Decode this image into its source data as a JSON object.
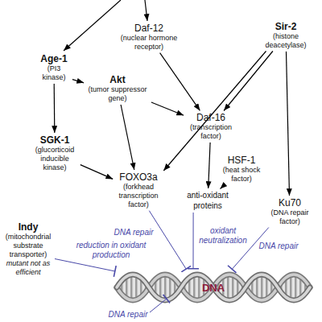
{
  "diagram": {
    "nodes": [
      {
        "text": [
          "Age-1",
          "(PI3 kinase)"
        ]
      },
      {
        "text": [
          "Daf-12",
          "(nuclear hormone receptor)"
        ]
      },
      {
        "text": [
          "Sir-2",
          "(histone deacetylase)"
        ]
      },
      {
        "text": [
          "Akt",
          "(tumor suppressor gene)"
        ]
      },
      {
        "text": [
          "Daf-16",
          "(transcription factor)"
        ]
      },
      {
        "text": [
          "SGK-1",
          "(glucorticoid inducible kinase)"
        ]
      },
      {
        "text": [
          "HSF-1",
          "(heat shock factor)"
        ]
      },
      {
        "text": [
          "FOXO3a",
          "(forkhead transcription factor)"
        ]
      },
      {
        "text": [
          "anti-oxidant proteins"
        ]
      },
      {
        "text": [
          "Ku70",
          "(DNA repair factor)"
        ]
      },
      {
        "text": [
          "Indy",
          "(mitochondrial substrate transporter)",
          "mutant not as efficient"
        ]
      },
      {
        "text": [
          "DNA"
        ]
      }
    ],
    "edges": [
      {
        "from": 0,
        "to": 3,
        "arrow": "to"
      },
      {
        "from": 0,
        "to": 5,
        "arrow": "to"
      },
      {
        "from": 1,
        "to": 4,
        "arrow": "to"
      },
      {
        "from": 2,
        "to": 4,
        "arrow": "to"
      },
      {
        "from": 2,
        "to": 7,
        "arrow": "to"
      },
      {
        "from": 2,
        "to": 9,
        "arrow": "to"
      },
      {
        "from": 3,
        "to": 4,
        "arrow": "to"
      },
      {
        "from": 3,
        "to": 7,
        "arrow": "to"
      },
      {
        "from": 5,
        "to": 7,
        "arrow": "to"
      },
      {
        "from": 4,
        "to": 8,
        "arrow": "to"
      },
      {
        "from": 6,
        "to": 8,
        "arrow": "to"
      },
      {
        "from": 7,
        "to": 11,
        "arrow": "to",
        "label": "DNA repair"
      },
      {
        "from": 8,
        "to": 11,
        "arrow": "to",
        "label": "oxidant neutralization"
      },
      {
        "from": 9,
        "to": 11,
        "arrow": "to",
        "label": "DNA repair"
      },
      {
        "from": 10,
        "to": 11,
        "arrow": "to",
        "label": "reduction in oxidant production"
      }
    ],
    "labels": [
      "DNA repair"
    ]
  }
}
